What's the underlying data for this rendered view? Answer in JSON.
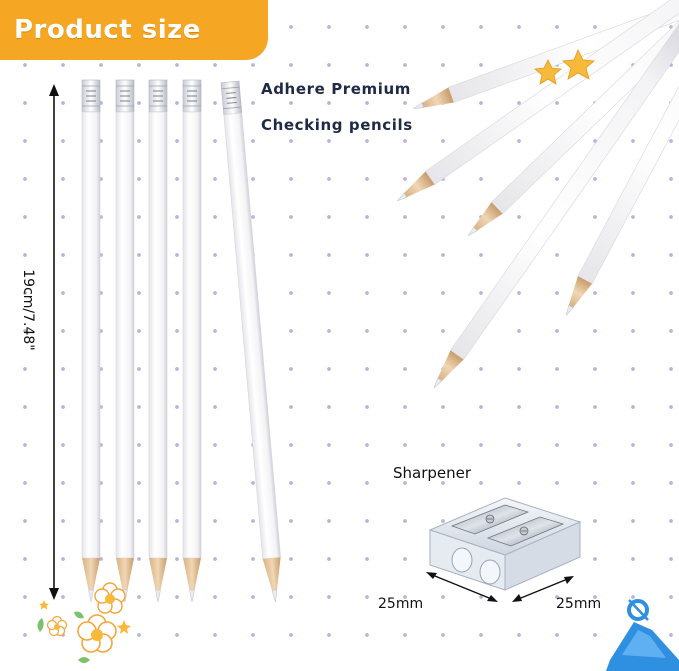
{
  "banner": {
    "title": "Product size"
  },
  "tagline": {
    "line1": "Adhere Premium",
    "line2": "Checking pencils"
  },
  "dimensions": {
    "length": "19cm/7.48\""
  },
  "sharpener": {
    "title": "Sharpener",
    "width": "25mm",
    "depth": "25mm"
  },
  "colors": {
    "banner": "#f5a623",
    "pencil_body": "#ffffff",
    "pencil_wood": "#e8c9a0",
    "tagline": "#1f2a44",
    "dot_grid": "#b9b4dc",
    "compass_accent": "#2f8fe0"
  },
  "icons": [
    "flower-decoration",
    "star-decoration",
    "compass-icon"
  ]
}
